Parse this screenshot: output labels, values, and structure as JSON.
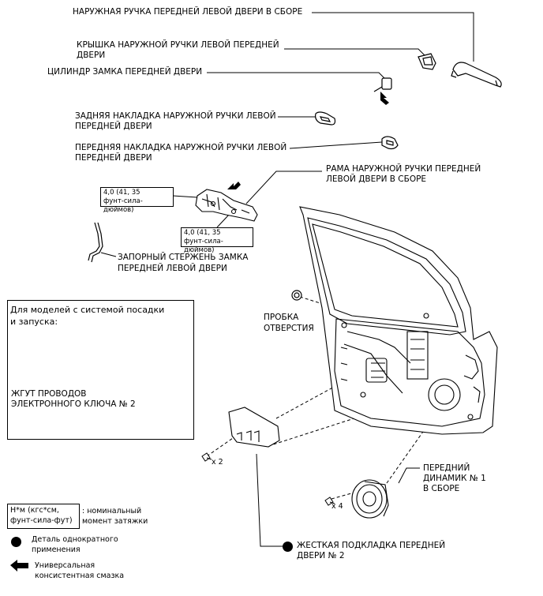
{
  "labels": {
    "outside_handle_assy": "НАРУЖНАЯ РУЧКА ПЕРЕДНЕЙ ЛЕВОЙ ДВЕРИ В СБОРЕ",
    "handle_cover_l1": "КРЫШКА НАРУЖНОЙ РУЧКИ ЛЕВОЙ ПЕРЕДНЕЙ",
    "handle_cover_l2": "ДВЕРИ",
    "lock_cylinder": "ЦИЛИНДР ЗАМКА ПЕРЕДНЕЙ ДВЕРИ",
    "rear_pad_l1": "ЗАДНЯЯ НАКЛАДКА НАРУЖНОЙ РУЧКИ ЛЕВОЙ",
    "rear_pad_l2": "ПЕРЕДНЕЙ ДВЕРИ",
    "front_pad_l1": "ПЕРЕДНЯЯ НАКЛАДКА НАРУЖНОЙ РУЧКИ ЛЕВОЙ",
    "front_pad_l2": "ПЕРЕДНЕЙ ДВЕРИ",
    "frame_l1": "РАМА НАРУЖНОЙ РУЧКИ ПЕРЕДНЕЙ",
    "frame_l2": "ЛЕВОЙ ДВЕРИ В СБОРЕ",
    "lock_rod_l1": "ЗАПОРНЫЙ СТЕРЖЕНЬ ЗАМКА",
    "lock_rod_l2": "ПЕРЕДНЕЙ ЛЕВОЙ ДВЕРИ",
    "hole_plug_l1": "ПРОБКА",
    "hole_plug_l2": "ОТВЕРСТИЯ",
    "speaker_l1": "ПЕРЕДНИЙ",
    "speaker_l2": "ДИНАМИК № 1",
    "speaker_l3": "В СБОРЕ",
    "stiffener_l1": "ЖЕСТКАЯ ПОДКЛАДКА ПЕРЕДНЕЙ",
    "stiffener_l2": "ДВЕРИ № 2",
    "qty_x2": "x 2",
    "qty_x4": "x 4"
  },
  "torque": {
    "upper_l1": "4,0 (41, 35",
    "upper_l2": "фунт-сила-дюймов)",
    "lower_l1": "4,0 (41, 35",
    "lower_l2": "фунт-сила-дюймов)"
  },
  "inset": {
    "title_l1": "Для моделей с системой посадки",
    "title_l2": "и запуска:",
    "harness_l1": "ЖГУТ ПРОВОДОВ",
    "harness_l2": "ЭЛЕКТРОННОГО КЛЮЧА № 2"
  },
  "legend": {
    "torque_box_l1": "Н*м (кгс*см,",
    "torque_box_l2": "фунт-сила-фут)",
    "torque_desc_l1": ": номинальный",
    "torque_desc_l2": "момент затяжки",
    "nonreusable_l1": "Деталь однократного",
    "nonreusable_l2": "применения",
    "grease_l1": "Универсальная",
    "grease_l2": "консистентная смазка"
  },
  "colors": {
    "line": "#000000",
    "background": "#ffffff"
  }
}
